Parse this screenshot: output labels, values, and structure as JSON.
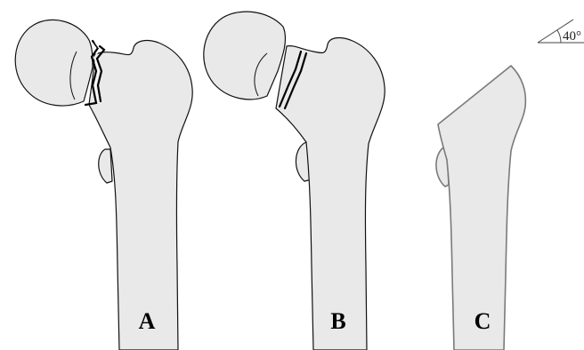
{
  "figure": {
    "panels": [
      {
        "label": "A"
      },
      {
        "label": "B"
      },
      {
        "label": "C"
      }
    ],
    "angle_indicator": "40°"
  }
}
